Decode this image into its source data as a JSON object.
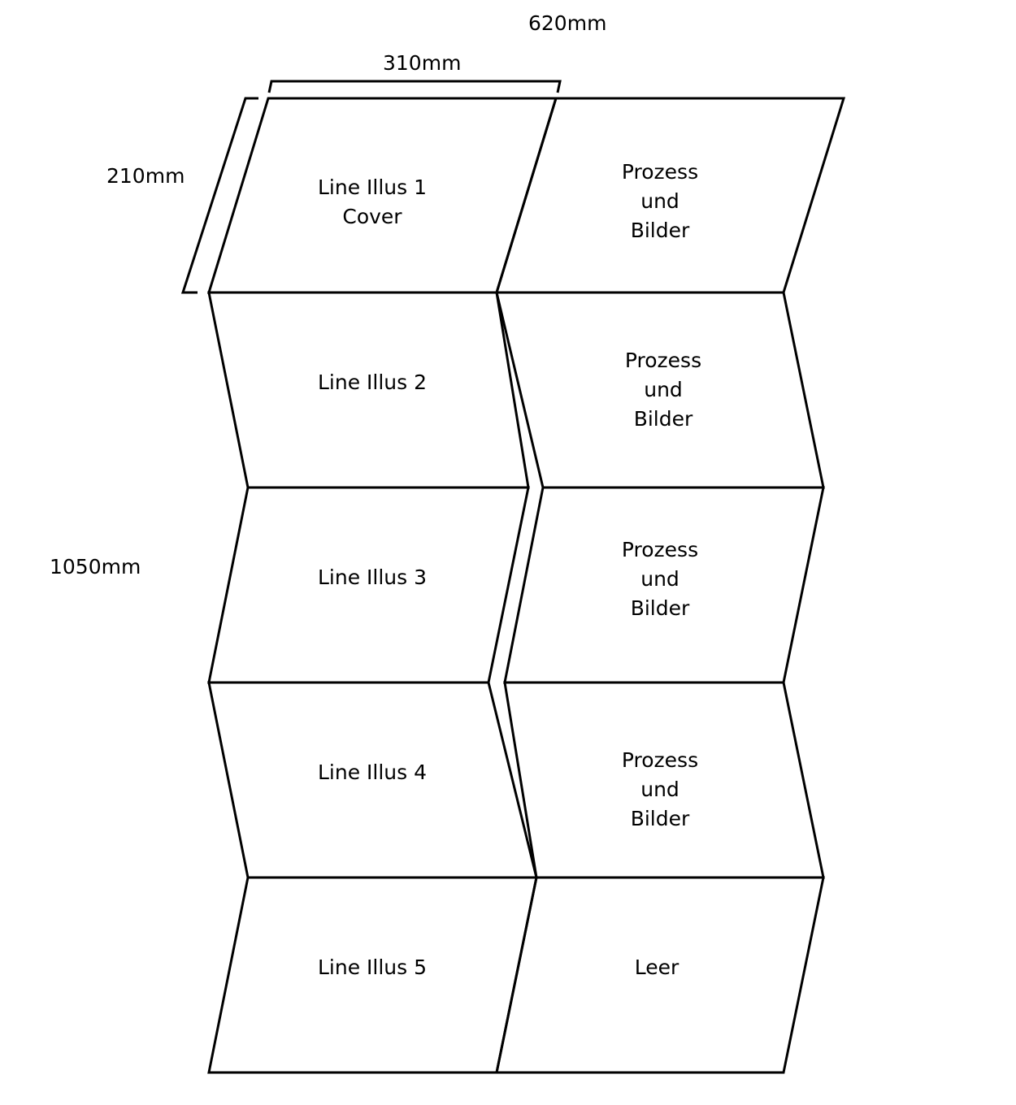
{
  "dimensions": {
    "total_width": "620mm",
    "panel_width": "310mm",
    "panel_height": "210mm",
    "total_height": "1050mm"
  },
  "panels": {
    "left": [
      "Line Illus 1\nCover",
      "Line Illus 2",
      "Line Illus 3",
      "Line Illus 4",
      "Line Illus 5"
    ],
    "right": [
      "Prozess\nund\nBilder",
      "Prozess\nund\nBilder",
      "Prozess\nund\nBilder",
      "Prozess\nund\nBilder",
      "Leer"
    ]
  },
  "colors": {
    "line": "#000000",
    "background": "#ffffff"
  }
}
